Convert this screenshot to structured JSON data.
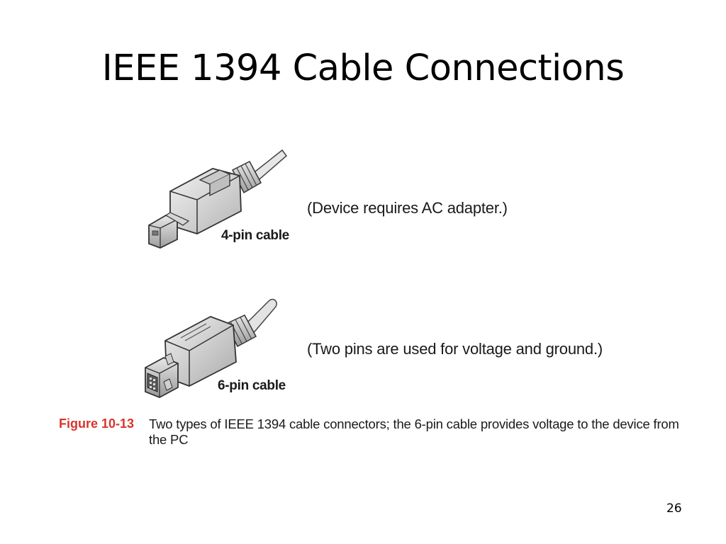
{
  "slide": {
    "title": "IEEE 1394 Cable Connections",
    "page_number": "26"
  },
  "figure": {
    "connectors": [
      {
        "label": "4-pin cable",
        "note": "(Device requires AC adapter.)",
        "icon": "firewire-4pin-connector-illustration"
      },
      {
        "label": "6-pin cable",
        "note": "(Two pins are used for voltage and ground.)",
        "icon": "firewire-6pin-connector-illustration"
      }
    ],
    "caption_label": "Figure 10-13",
    "caption_text": "Two types of IEEE 1394 cable connectors; the 6-pin cable provides voltage to the device from the PC"
  },
  "colors": {
    "caption_label": "#d6362b",
    "connector_fill": "#d9d9d9",
    "connector_stroke": "#333333"
  }
}
